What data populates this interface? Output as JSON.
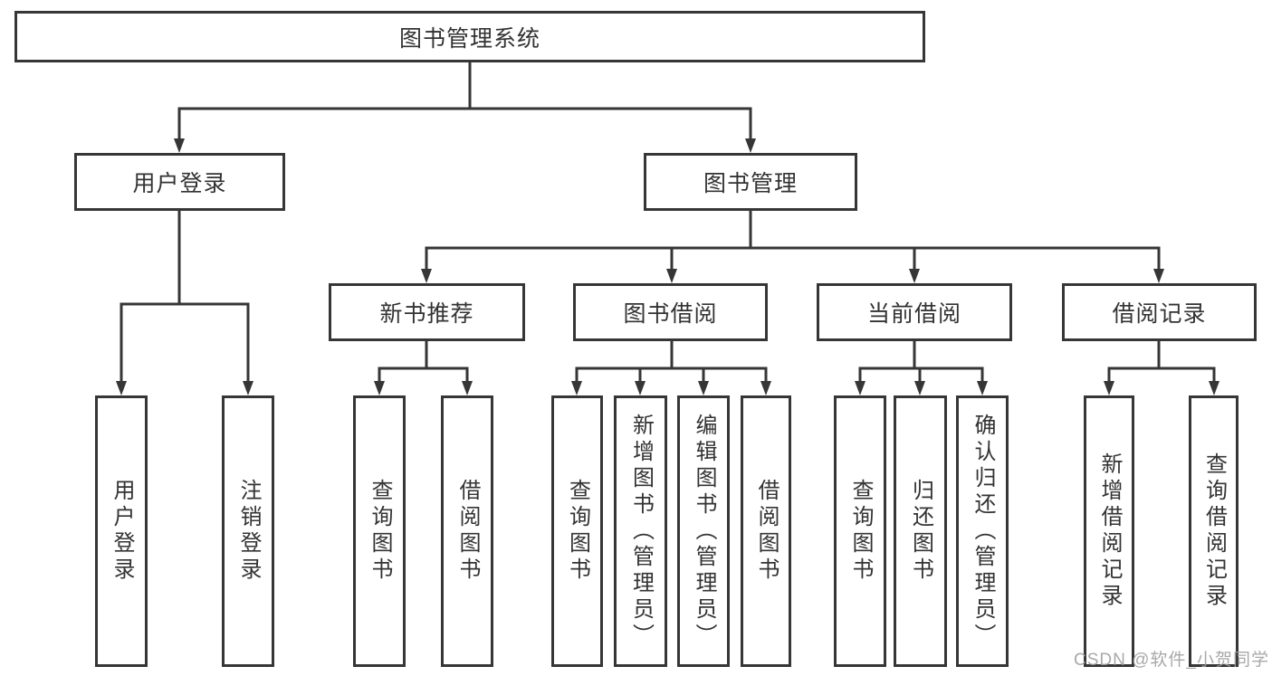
{
  "diagram": {
    "title": "图书管理系统",
    "branches": {
      "user_login": {
        "label": "用户登录",
        "children": {
          "user_login": {
            "label": "用户登录"
          },
          "logout": {
            "label": "注销登录"
          }
        }
      },
      "book_management": {
        "label": "图书管理",
        "children": {
          "new_book_recommend": {
            "label": "新书推荐",
            "children": {
              "query_book": {
                "label": "查询图书"
              },
              "borrow_book": {
                "label": "借阅图书"
              }
            }
          },
          "book_borrow": {
            "label": "图书借阅",
            "children": {
              "query_book": {
                "label": "查询图书"
              },
              "add_book": {
                "label": "新增图书（管理员）"
              },
              "edit_book": {
                "label": "编辑图书（管理员）"
              },
              "borrow_book": {
                "label": "借阅图书"
              }
            }
          },
          "current_borrow": {
            "label": "当前借阅",
            "children": {
              "query_book": {
                "label": "查询图书"
              },
              "return_book": {
                "label": "归还图书"
              },
              "confirm_return": {
                "label": "确认归还（管理员）"
              }
            }
          },
          "borrow_record": {
            "label": "借阅记录",
            "children": {
              "add_record": {
                "label": "新增借阅记录"
              },
              "query_record": {
                "label": "查询借阅记录"
              }
            }
          }
        }
      }
    }
  },
  "watermark": "CSDN @软件_小贺同学",
  "colors": {
    "line": "#363636",
    "text": "#333333",
    "watermark": "#9e9e9e",
    "background": "#ffffff"
  }
}
